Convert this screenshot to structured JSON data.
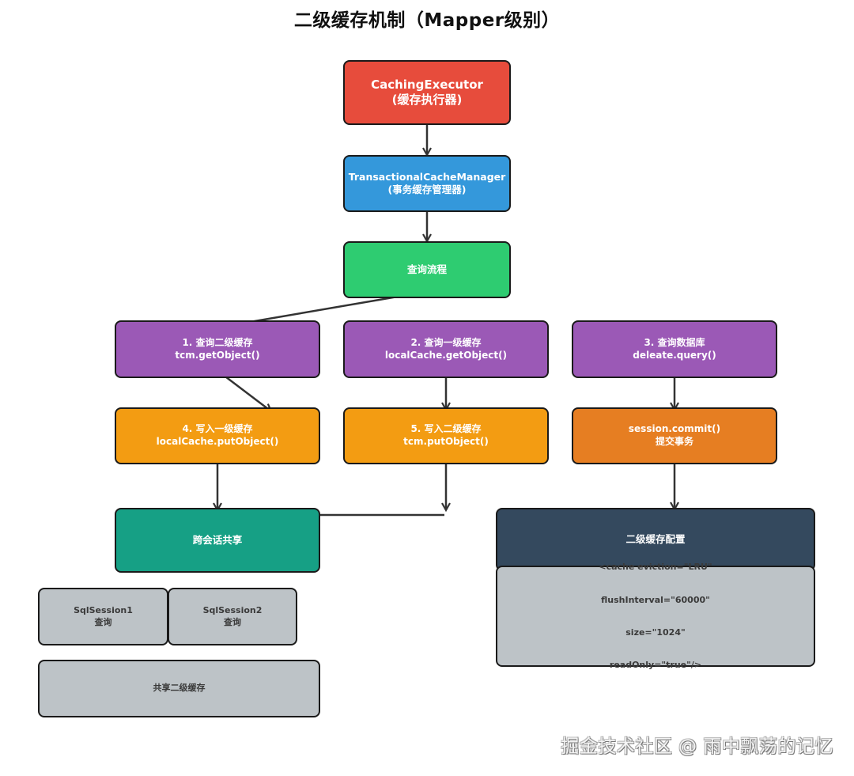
{
  "title": "二级缓存机制（Mapper级别）",
  "nodes": {
    "caching_executor": {
      "line1": "CachingExecutor",
      "line2": "(缓存执行器)"
    },
    "tcm": {
      "line1": "TransactionalCacheManager",
      "line2": "(事务缓存管理器)"
    },
    "query_flow": {
      "line1": "查询流程"
    },
    "step1": {
      "line1": "1. 查询二级缓存",
      "line2": "tcm.getObject()"
    },
    "step2": {
      "line1": "2. 查询一级缓存",
      "line2": "localCache.getObject()"
    },
    "step3": {
      "line1": "3. 查询数据库",
      "line2": "deleate.query()"
    },
    "step4": {
      "line1": "4. 写入一级缓存",
      "line2": "localCache.putObject()"
    },
    "step5": {
      "line1": "5. 写入二级缓存",
      "line2": "tcm.putObject()"
    },
    "commit": {
      "line1": "session.commit()",
      "line2": "提交事务"
    },
    "cross_session": {
      "line1": "跨会话共享"
    },
    "config_header": {
      "line1": "二级缓存配置"
    },
    "config_body": {
      "lines": [
        "<cache eviction=\"LRU\"",
        "flushInterval=\"60000\"",
        "size=\"1024\"",
        "readOnly=\"true\"/>"
      ]
    },
    "sqlsession1": {
      "line1": "SqlSession1",
      "line2": "查询"
    },
    "sqlsession2": {
      "line1": "SqlSession2",
      "line2": "查询"
    },
    "shared_cache": {
      "line1": "共享二级缓存"
    }
  },
  "edges": [
    {
      "from": "CachingExecutor",
      "to": "TransactionalCacheManager"
    },
    {
      "from": "TransactionalCacheManager",
      "to": "查询流程"
    },
    {
      "from": "查询流程",
      "to": "1. 查询二级缓存"
    },
    {
      "from": "1. 查询二级缓存",
      "to": "4. 写入一级缓存"
    },
    {
      "from": "2. 查询一级缓存",
      "to": "5. 写入二级缓存"
    },
    {
      "from": "3. 查询数据库",
      "to": "session.commit()"
    },
    {
      "from": "4. 写入一级缓存",
      "to": "跨会话共享"
    },
    {
      "from": "5. 写入二级缓存",
      "to": "跨会话共享"
    },
    {
      "from": "session.commit()",
      "to": "二级缓存配置"
    }
  ],
  "colors": {
    "red": "#e74c3c",
    "blue": "#3498db",
    "green": "#2ecc71",
    "purple": "#9b59b6",
    "orange": "#f39c12",
    "dark_orange": "#e67e22",
    "teal": "#16a085",
    "navy": "#34495e",
    "gray": "#bdc3c7"
  },
  "watermark": "掘金技术社区 @ 雨中飘荡的记忆"
}
